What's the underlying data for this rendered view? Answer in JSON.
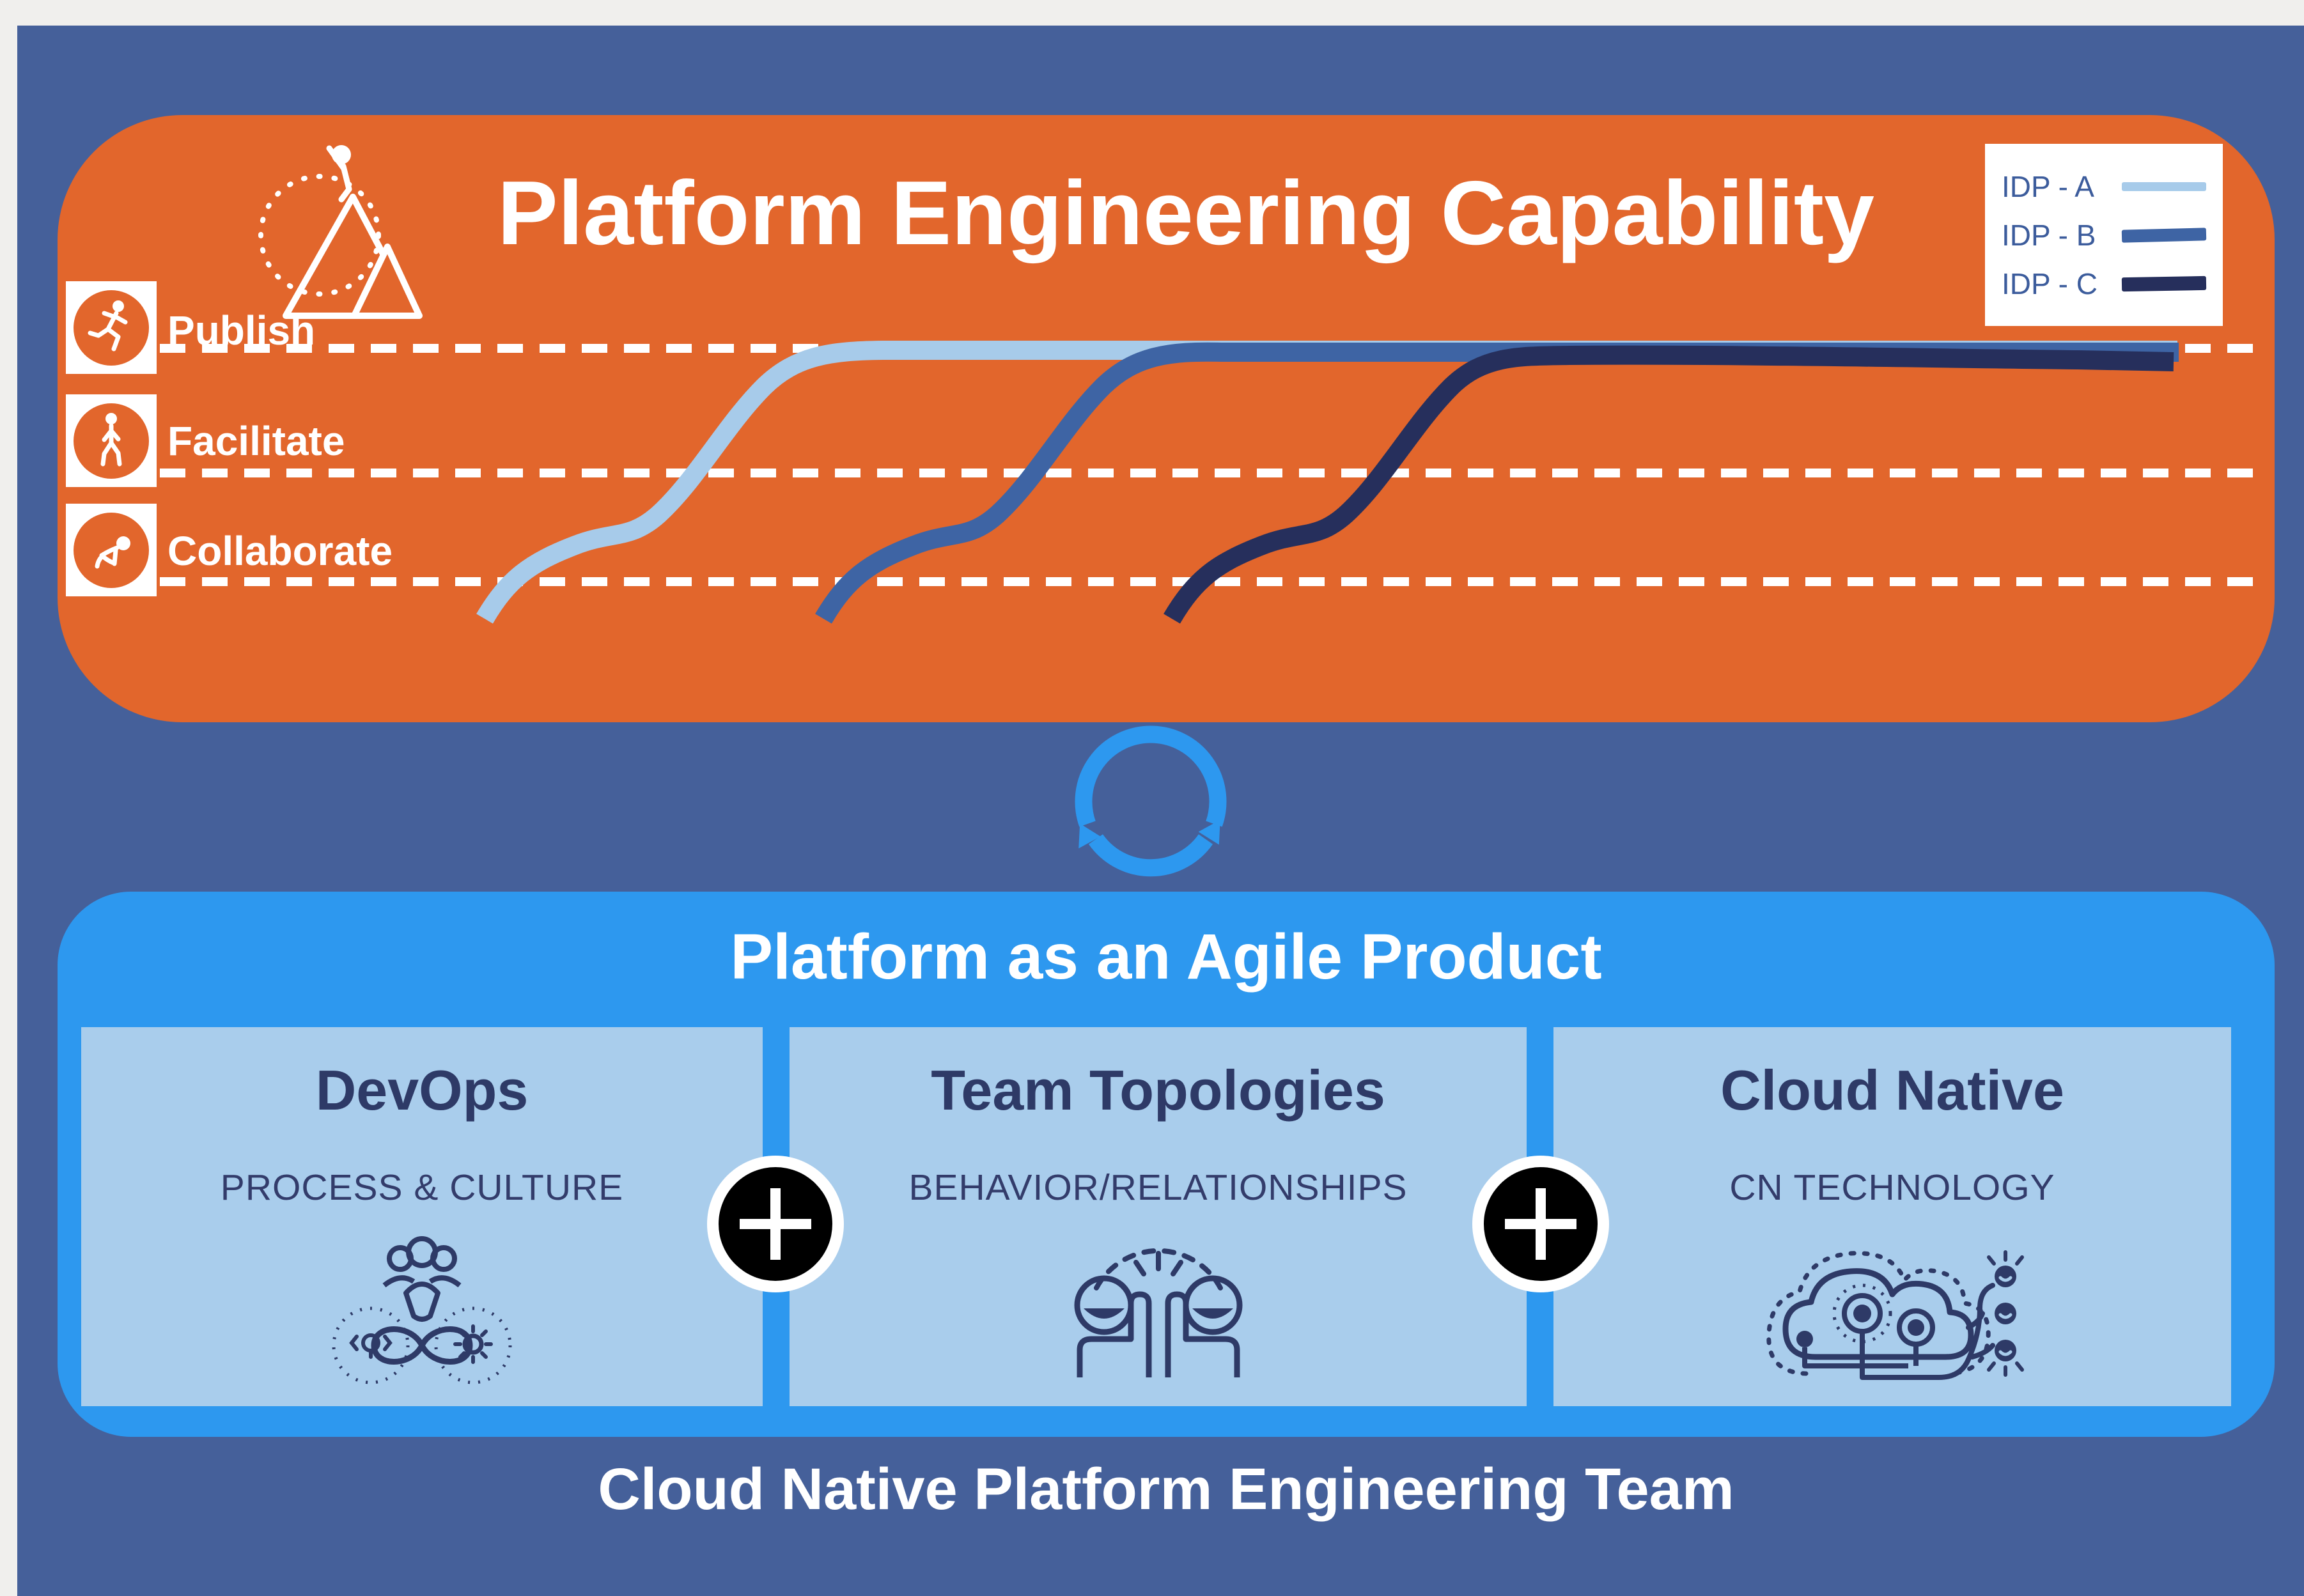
{
  "capability_panel": {
    "title": "Platform Engineering Capability",
    "legend": [
      {
        "label": "IDP - A",
        "color": "#A7CBEA"
      },
      {
        "label": "IDP - B",
        "color": "#3E64A4"
      },
      {
        "label": "IDP - C",
        "color": "#262F5C"
      }
    ],
    "stages": [
      {
        "label": "Publish",
        "icon": "running-person-icon"
      },
      {
        "label": "Facilitate",
        "icon": "walking-person-icon"
      },
      {
        "label": "Collaborate",
        "icon": "crawling-baby-icon"
      }
    ]
  },
  "chart_data": {
    "type": "line",
    "title": "Platform Engineering Capability",
    "series": [
      {
        "name": "IDP - A",
        "color": "#A7CBEA",
        "shape": "s-curve",
        "start_stage": "Collaborate",
        "end_stage": "Publish",
        "relative_start_x": 0.2,
        "relative_top_x": 0.38
      },
      {
        "name": "IDP - B",
        "color": "#3E64A4",
        "shape": "s-curve",
        "start_stage": "Collaborate",
        "end_stage": "Publish",
        "relative_start_x": 0.36,
        "relative_top_x": 0.55
      },
      {
        "name": "IDP - C",
        "color": "#262F5C",
        "shape": "s-curve",
        "start_stage": "Collaborate",
        "end_stage": "Publish",
        "relative_start_x": 0.52,
        "relative_top_x": 0.7
      }
    ],
    "y_levels": [
      "Collaborate",
      "Facilitate",
      "Publish"
    ],
    "gridlines": "dashed-white-horizontal",
    "legend_position": "top-right"
  },
  "cycle": {
    "icon": "circular-arrows-icon",
    "color": "#2D98EF"
  },
  "product_panel": {
    "title": "Platform as an Agile Product",
    "cards": [
      {
        "title": "DevOps",
        "subtitle": "PROCESS & CULTURE",
        "icon": "devops-people-infinity-icon"
      },
      {
        "title": "Team Topologies",
        "subtitle": "BEHAVIOR/RELATIONSHIPS",
        "icon": "team-high-five-icon"
      },
      {
        "title": "Cloud Native",
        "subtitle": "CN TECHNOLOGY",
        "icon": "connected-cloud-icon"
      }
    ],
    "separator_icon": "plus-icon"
  },
  "footer": {
    "title": "Cloud Native Platform Engineering Team"
  },
  "header_icon": "mountain-climber-icon",
  "colors": {
    "background": "#45609A",
    "frame_border": "#F0EFED",
    "orange_panel": "#E2662C",
    "blue_panel": "#2D98EF",
    "card": "#A9CDEC",
    "navy_text": "#2E3A67",
    "legend_text": "#3C5C9C",
    "white": "#FFFFFF"
  }
}
